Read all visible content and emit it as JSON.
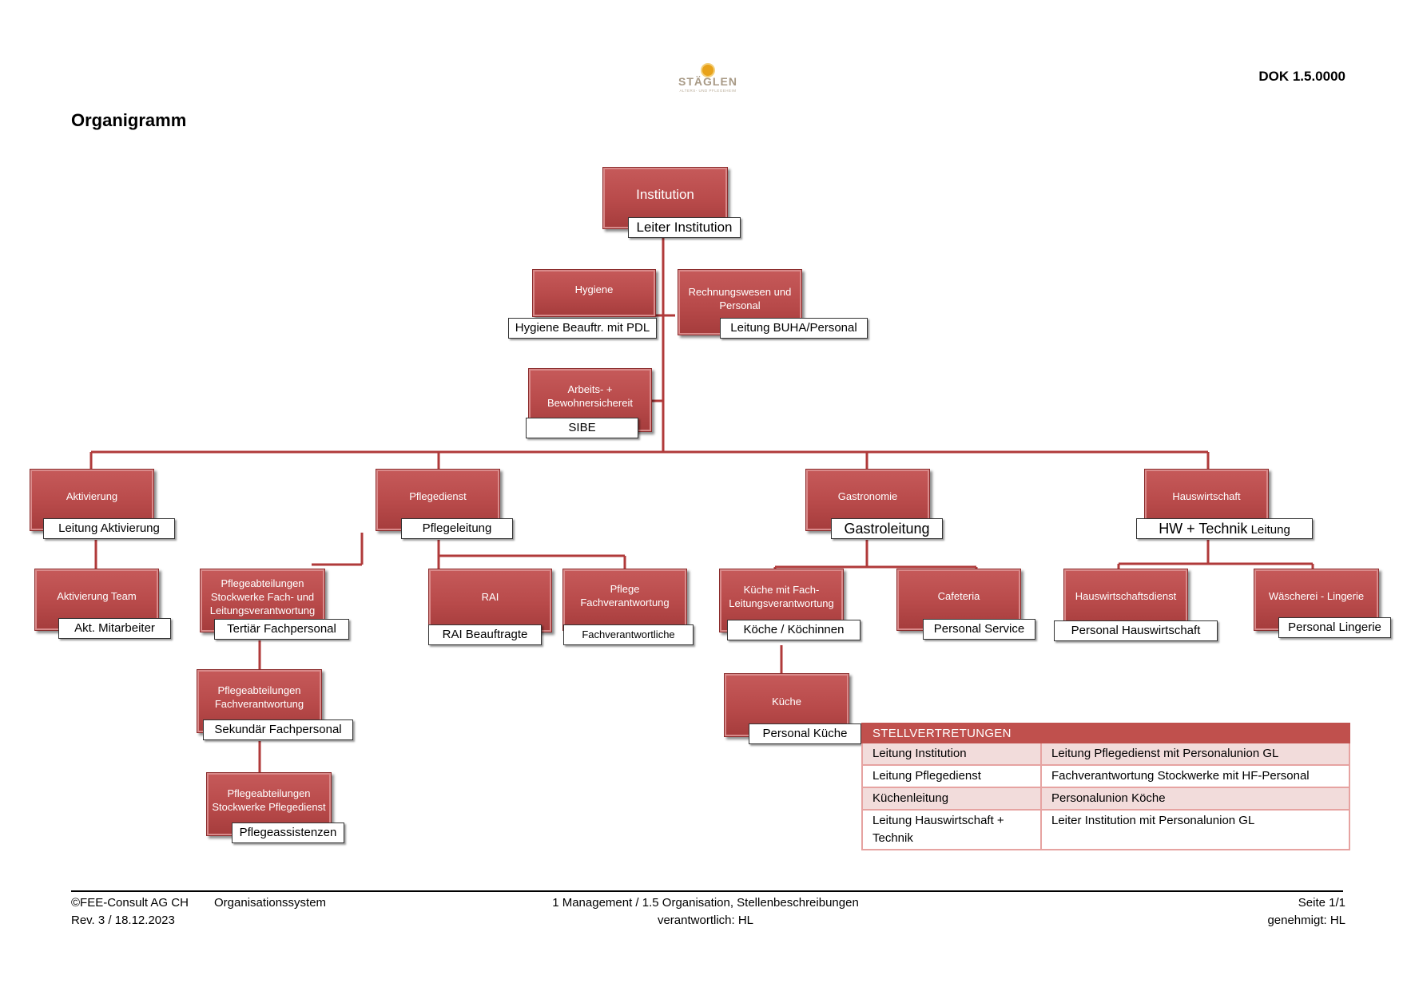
{
  "header": {
    "logo_text": "STÄGLEN",
    "logo_subtext": "ALTERS- UND PFLEGEHEIM",
    "doc_number": "DOK 1.5.0000",
    "title": "Organigramm"
  },
  "colors": {
    "box": "#b84a4a",
    "line": "#b03a3a",
    "table_header": "#c0504d",
    "table_alt": "#f2dcdb"
  },
  "org": {
    "institution": {
      "title": "Institution",
      "role": "Leiter Institution"
    },
    "hygiene": {
      "title": "Hygiene",
      "role": "Hygiene Beauftr. mit PDL"
    },
    "rechnung": {
      "title": "Rechnungswesen und Personal",
      "role": "Leitung BUHA/Personal"
    },
    "sicherheit": {
      "title": "Arbeits- + Bewohnersichereit",
      "role": "SIBE"
    },
    "aktivierung": {
      "title": "Aktivierung",
      "role": "Leitung Aktivierung"
    },
    "aktivierung_team": {
      "title": "Aktivierung Team",
      "role": "Akt. Mitarbeiter"
    },
    "pflegedienst": {
      "title": "Pflegedienst",
      "role": "Pflegeleitung"
    },
    "pflege_tertiaer": {
      "title": "Pflegeabteilungen Stockwerke Fach- und Leitungsverantwortung",
      "role": "Tertiär Fachpersonal"
    },
    "pflege_sekundaer": {
      "title": "Pflegeabteilungen Fachverantwortung",
      "role": "Sekundär Fachpersonal"
    },
    "pflege_assist": {
      "title": "Pflegeabteilungen Stockwerke Pflegedienst",
      "role": "Pflegeassistenzen"
    },
    "rai": {
      "title": "RAI",
      "role": "RAI Beauftragte"
    },
    "pflege_fach": {
      "title": "Pflege Fachverantwortung",
      "role": "Fachverantwortliche"
    },
    "gastronomie": {
      "title": "Gastronomie",
      "role": "Gastroleitung"
    },
    "kueche_fach": {
      "title": "Küche mit Fach- Leitungsverantwortung",
      "role": "Köche / Köchinnen"
    },
    "kueche": {
      "title": "Küche",
      "role": "Personal Küche"
    },
    "cafeteria": {
      "title": "Cafeteria",
      "role": "Personal Service"
    },
    "hauswirtschaft": {
      "title": "Hauswirtschaft",
      "role_main": "HW + Technik",
      "role_suffix": "Leitung"
    },
    "hw_dienst": {
      "title": "Hauswirtschaftsdienst",
      "role": "Personal Hauswirtschaft"
    },
    "waescherei": {
      "title": "Wäscherei - Lingerie",
      "role": "Personal Lingerie"
    }
  },
  "stellvertretungen": {
    "heading": "STELLVERTRETUNGEN",
    "rows": [
      [
        "Leitung Institution",
        "Leitung Pflegedienst mit Personalunion GL"
      ],
      [
        "Leitung Pflegedienst",
        "Fachverantwortung Stockwerke mit HF-Personal"
      ],
      [
        "Küchenleitung",
        "Personalunion Köche"
      ],
      [
        "Leitung Hauswirtschaft + Technik",
        "Leiter Institution mit Personalunion GL"
      ]
    ]
  },
  "footer": {
    "copyright": "©FEE-Consult AG CH",
    "revision": "Rev. 3 / 18.12.2023",
    "system": "Organisationssystem",
    "chapter": "1 Management / 1.5 Organisation, Stellenbeschreibungen",
    "responsible": "verantwortlich: HL",
    "page": "Seite 1/1",
    "approved": "genehmigt: HL"
  }
}
